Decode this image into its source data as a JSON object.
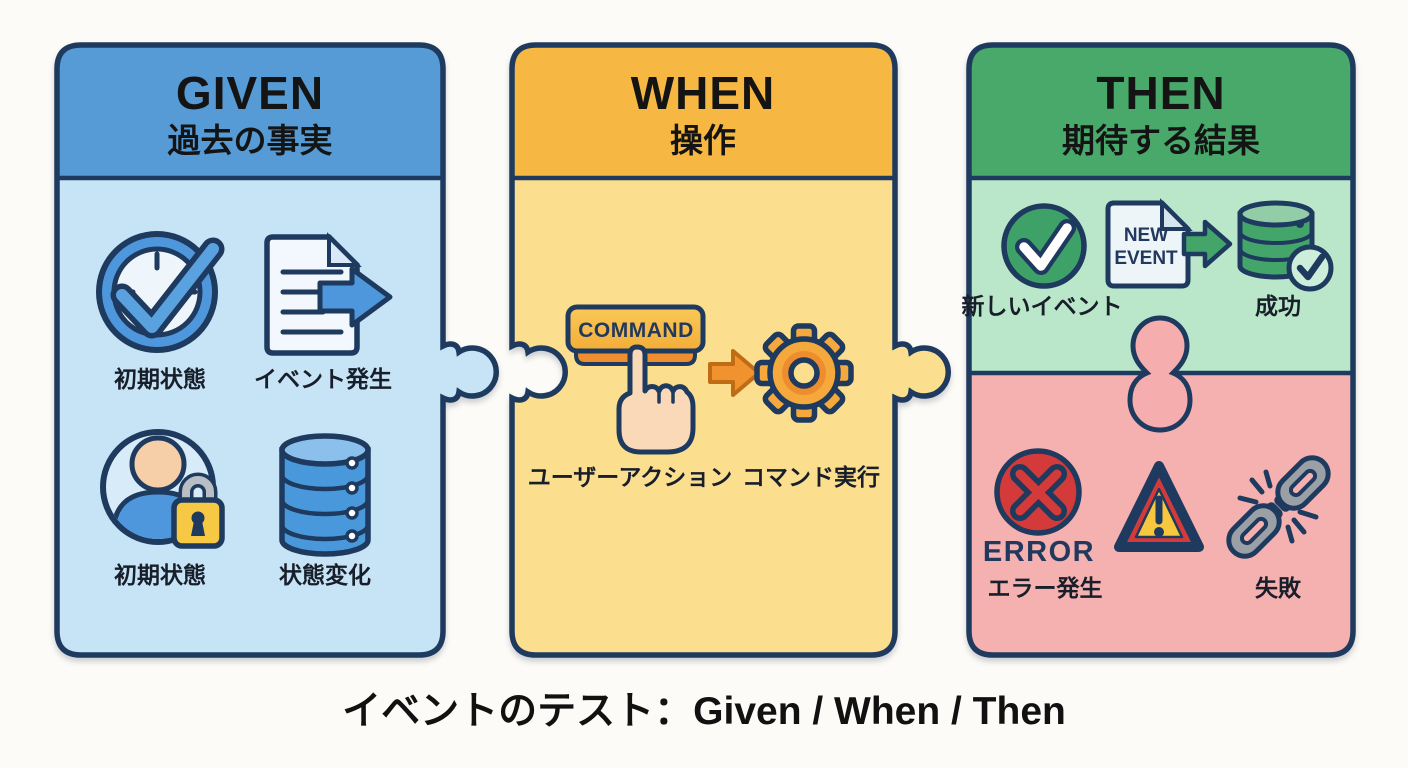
{
  "caption": "イベントのテスト：Given / When / Then",
  "panels": {
    "given": {
      "title": "GIVEN",
      "subtitle": "過去の事実",
      "items": [
        {
          "icon": "clock-check-icon",
          "label": "初期状態"
        },
        {
          "icon": "document-arrow-icon",
          "label": "イベント発生"
        },
        {
          "icon": "user-lock-icon",
          "label": "初期状態"
        },
        {
          "icon": "database-icon",
          "label": "状態変化"
        }
      ]
    },
    "when": {
      "title": "WHEN",
      "subtitle": "操作",
      "command_button_label": "COMMAND",
      "items": [
        {
          "icon": "pointing-hand-icon",
          "label": "ユーザーアクション"
        },
        {
          "icon": "gear-icon",
          "label": "コマンド実行"
        }
      ]
    },
    "then": {
      "title": "THEN",
      "subtitle": "期待する結果",
      "success_items": [
        {
          "icon": "check-circle-icon",
          "label": "新しいイベント"
        },
        {
          "icon": "new-event-document-icon",
          "doc_line1": "NEW",
          "doc_line2": "EVENT"
        },
        {
          "icon": "database-check-icon",
          "label": "成功"
        }
      ],
      "failure_items": [
        {
          "icon": "error-circle-icon",
          "error_text": "ERROR",
          "label": "エラー発生"
        },
        {
          "icon": "warning-triangle-icon",
          "label": ""
        },
        {
          "icon": "broken-chain-icon",
          "label": "失敗"
        }
      ]
    }
  },
  "colors": {
    "outline_navy": "#1e3a5e",
    "given_header": "#569bd6",
    "given_body": "#c7e3f6",
    "when_header": "#f6b842",
    "when_body": "#fbdf8f",
    "then_header": "#48a96b",
    "then_success_body": "#bae7ca",
    "then_failure_body": "#f5b0b0",
    "error_red": "#d53a3a",
    "action_orange": "#f0922e",
    "accent_blue": "#4f97dc",
    "lock_yellow": "#f7c843",
    "chain_grey": "#9aa0a6",
    "skin": "#f9d9b8",
    "background": "#fcfbf7"
  }
}
